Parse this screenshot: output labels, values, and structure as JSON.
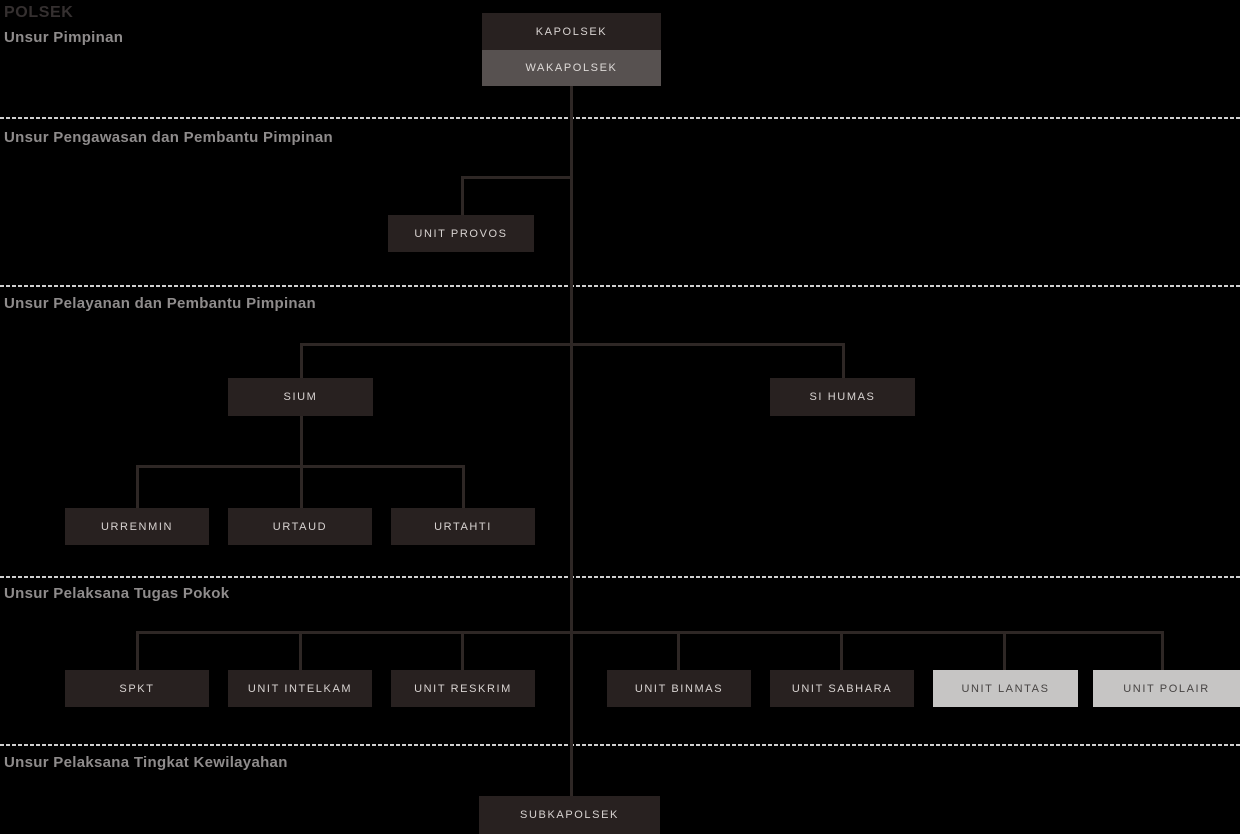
{
  "page": {
    "title": "POLSEK"
  },
  "sections": [
    {
      "id": "pimpinan",
      "label": "Unsur Pimpinan"
    },
    {
      "id": "pengawasan",
      "label": "Unsur Pengawasan dan Pembantu Pimpinan"
    },
    {
      "id": "pelayanan",
      "label": "Unsur Pelayanan dan Pembantu Pimpinan"
    },
    {
      "id": "tugas_pokok",
      "label": "Unsur Pelaksana Tugas Pokok"
    },
    {
      "id": "kewilayahan",
      "label": "Unsur Pelaksana Tingkat Kewilayahan"
    }
  ],
  "nodes": {
    "kapolsek": {
      "label": "KAPOLSEK",
      "style": "dark",
      "section": "Unsur Pimpinan"
    },
    "wakapolsek": {
      "label": "WAKAPOLSEK",
      "style": "gray",
      "section": "Unsur Pimpinan"
    },
    "unit_provos": {
      "label": "UNIT PROVOS",
      "style": "dark",
      "section": "Unsur Pengawasan dan Pembantu Pimpinan"
    },
    "sium": {
      "label": "SIUM",
      "style": "dark",
      "section": "Unsur Pelayanan dan Pembantu Pimpinan"
    },
    "si_humas": {
      "label": "SI HUMAS",
      "style": "dark",
      "section": "Unsur Pelayanan dan Pembantu Pimpinan"
    },
    "urrenmin": {
      "label": "URRENMIN",
      "style": "dark",
      "section": "Unsur Pelayanan dan Pembantu Pimpinan"
    },
    "urtaud": {
      "label": "URTAUD",
      "style": "dark",
      "section": "Unsur Pelayanan dan Pembantu Pimpinan"
    },
    "urtahti": {
      "label": "URTAHTI",
      "style": "dark",
      "section": "Unsur Pelayanan dan Pembantu Pimpinan"
    },
    "spkt": {
      "label": "SPKT",
      "style": "dark",
      "section": "Unsur Pelaksana Tugas Pokok"
    },
    "unit_intelkam": {
      "label": "UNIT INTELKAM",
      "style": "dark",
      "section": "Unsur Pelaksana Tugas Pokok"
    },
    "unit_reskrim": {
      "label": "UNIT RESKRIM",
      "style": "dark",
      "section": "Unsur Pelaksana Tugas Pokok"
    },
    "unit_binmas": {
      "label": "UNIT BINMAS",
      "style": "dark",
      "section": "Unsur Pelaksana Tugas Pokok"
    },
    "unit_sabhara": {
      "label": "UNIT SABHARA",
      "style": "dark",
      "section": "Unsur Pelaksana Tugas Pokok"
    },
    "unit_lantas": {
      "label": "UNIT LANTAS",
      "style": "light",
      "section": "Unsur Pelaksana Tugas Pokok"
    },
    "unit_polair": {
      "label": "UNIT POLAIR",
      "style": "light",
      "section": "Unsur Pelaksana Tugas Pokok"
    },
    "subkapolsek": {
      "label": "SUBKAPOLSEK",
      "style": "dark",
      "section": "Unsur Pelaksana Tingkat Kewilayahan"
    }
  },
  "hierarchy": {
    "edges": [
      [
        "KAPOLSEK",
        "WAKAPOLSEK"
      ],
      [
        "WAKAPOLSEK",
        "UNIT PROVOS"
      ],
      [
        "WAKAPOLSEK",
        "SIUM"
      ],
      [
        "WAKAPOLSEK",
        "SI HUMAS"
      ],
      [
        "SIUM",
        "URRENMIN"
      ],
      [
        "SIUM",
        "URTAUD"
      ],
      [
        "SIUM",
        "URTAHTI"
      ],
      [
        "WAKAPOLSEK",
        "SPKT"
      ],
      [
        "WAKAPOLSEK",
        "UNIT INTELKAM"
      ],
      [
        "WAKAPOLSEK",
        "UNIT RESKRIM"
      ],
      [
        "WAKAPOLSEK",
        "UNIT BINMAS"
      ],
      [
        "WAKAPOLSEK",
        "UNIT SABHARA"
      ],
      [
        "WAKAPOLSEK",
        "UNIT LANTAS"
      ],
      [
        "WAKAPOLSEK",
        "UNIT POLAIR"
      ],
      [
        "WAKAPOLSEK",
        "SUBKAPOLSEK"
      ]
    ]
  },
  "colors": {
    "background": "#000000",
    "node_dark": "#282120",
    "node_gray": "#575150",
    "node_light": "#c6c5c4",
    "node_dark_text": "#d8d3d1",
    "node_light_text": "#474443",
    "connector": "#2e2725",
    "divider": "#cfcfcf",
    "heading": "#8f8c8c",
    "title": "#353030"
  }
}
